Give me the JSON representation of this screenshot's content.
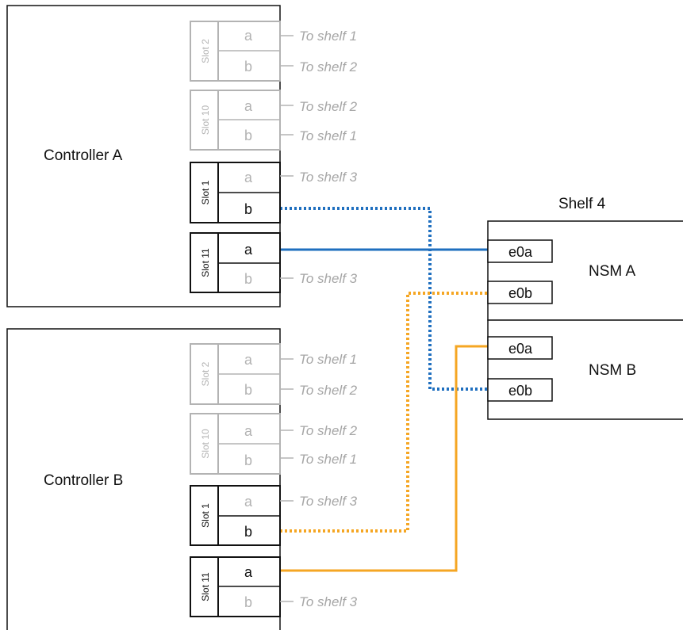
{
  "controllers": [
    {
      "name": "Controller A",
      "slots": [
        {
          "label": "Slot 2",
          "active": false,
          "ports": [
            {
              "port": "a",
              "active": false,
              "note": "To shelf 1"
            },
            {
              "port": "b",
              "active": false,
              "note": "To shelf 2"
            }
          ]
        },
        {
          "label": "Slot 10",
          "active": false,
          "ports": [
            {
              "port": "a",
              "active": false,
              "note": "To shelf 2"
            },
            {
              "port": "b",
              "active": false,
              "note": "To shelf 1"
            }
          ]
        },
        {
          "label": "Slot 1",
          "active": true,
          "ports": [
            {
              "port": "a",
              "active": false,
              "note": "To shelf 3"
            },
            {
              "port": "b",
              "active": true,
              "note": ""
            }
          ]
        },
        {
          "label": "Slot 11",
          "active": true,
          "ports": [
            {
              "port": "a",
              "active": true,
              "note": ""
            },
            {
              "port": "b",
              "active": false,
              "note": "To shelf 3"
            }
          ]
        }
      ]
    },
    {
      "name": "Controller B",
      "slots": [
        {
          "label": "Slot 2",
          "active": false,
          "ports": [
            {
              "port": "a",
              "active": false,
              "note": "To shelf 1"
            },
            {
              "port": "b",
              "active": false,
              "note": "To shelf 2"
            }
          ]
        },
        {
          "label": "Slot 10",
          "active": false,
          "ports": [
            {
              "port": "a",
              "active": false,
              "note": "To shelf 2"
            },
            {
              "port": "b",
              "active": false,
              "note": "To shelf 1"
            }
          ]
        },
        {
          "label": "Slot 1",
          "active": true,
          "ports": [
            {
              "port": "a",
              "active": false,
              "note": "To shelf 3"
            },
            {
              "port": "b",
              "active": true,
              "note": ""
            }
          ]
        },
        {
          "label": "Slot 11",
          "active": true,
          "ports": [
            {
              "port": "a",
              "active": true,
              "note": ""
            },
            {
              "port": "b",
              "active": false,
              "note": "To shelf 3"
            }
          ]
        }
      ]
    }
  ],
  "shelf": {
    "name": "Shelf 4",
    "modules": [
      {
        "name": "NSM A",
        "ports": [
          "e0a",
          "e0b"
        ]
      },
      {
        "name": "NSM B",
        "ports": [
          "e0a",
          "e0b"
        ]
      }
    ]
  },
  "colors": {
    "blue": "#1f6fbf",
    "orange": "#f5a623",
    "inactive": "#b3b3b3",
    "active": "#111111"
  },
  "cables": [
    {
      "from": "Controller A / Slot 1 / b",
      "to": "NSM B / e0b",
      "color": "blue",
      "style": "dotted"
    },
    {
      "from": "Controller A / Slot 11 / a",
      "to": "NSM A / e0a",
      "color": "blue",
      "style": "solid"
    },
    {
      "from": "Controller B / Slot 1 / b",
      "to": "NSM A / e0b",
      "color": "orange",
      "style": "dotted"
    },
    {
      "from": "Controller B / Slot 11 / a",
      "to": "NSM B / e0a",
      "color": "orange",
      "style": "solid"
    }
  ]
}
